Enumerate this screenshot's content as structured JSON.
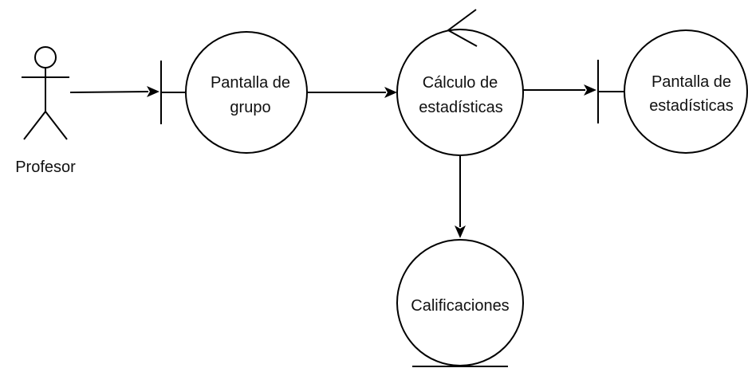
{
  "diagram": {
    "actor": {
      "label": "Profesor"
    },
    "nodes": {
      "pantalla_grupo": {
        "kind": "boundary",
        "line1": "Pantalla de",
        "line2": "grupo"
      },
      "calculo": {
        "kind": "control",
        "line1": "Cálculo de",
        "line2": "estadísticas"
      },
      "pantalla_estadisticas": {
        "kind": "boundary",
        "line1": "Pantalla de",
        "line2": "estadísticas"
      },
      "calificaciones": {
        "kind": "entity",
        "line1": "Calificaciones"
      }
    },
    "connections": [
      {
        "from": "Profesor",
        "to": "Pantalla de grupo"
      },
      {
        "from": "Pantalla de grupo",
        "to": "Cálculo de estadísticas"
      },
      {
        "from": "Cálculo de estadísticas",
        "to": "Pantalla de estadísticas"
      },
      {
        "from": "Cálculo de estadísticas",
        "to": "Calificaciones"
      }
    ],
    "colors": {
      "stroke": "#000000",
      "fill": "#ffffff",
      "text": "#111111"
    }
  }
}
